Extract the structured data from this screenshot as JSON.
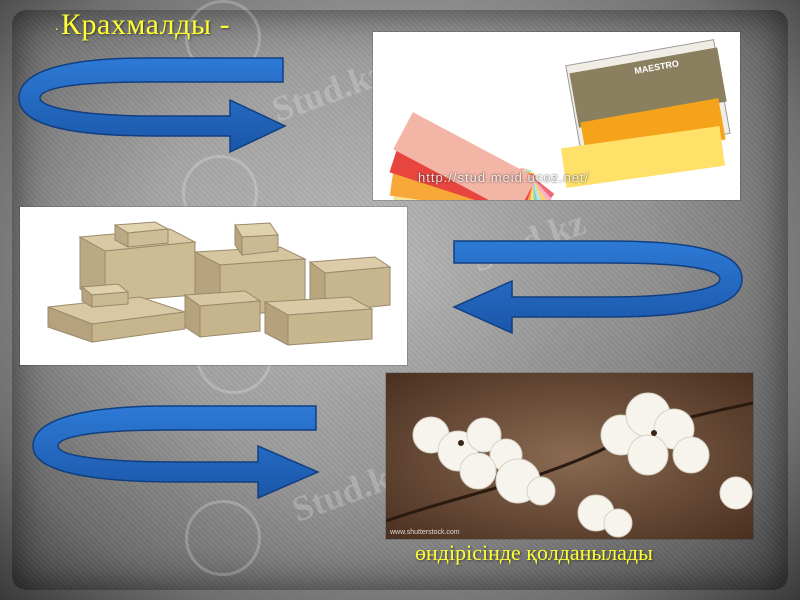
{
  "slide": {
    "title_prefix": ".",
    "title": "Крахмалды -",
    "caption": "өндірісінде қолданылады"
  },
  "images": {
    "paper": {
      "name": "colored-paper-image",
      "url_text": "http://stud.meid.ucoz.net/",
      "brand": "MAESTRO"
    },
    "boxes": {
      "name": "cardboard-boxes-image"
    },
    "cotton": {
      "name": "cotton-plant-image",
      "credit": "www.shutterstock.com"
    }
  },
  "watermark": {
    "text": "Stud.kz"
  },
  "colors": {
    "title": "#ffff33",
    "arrow_fill": "#1f66c2",
    "arrow_dark": "#123f80"
  },
  "icons": [
    "curved-arrow-right-icon",
    "curved-arrow-left-icon",
    "watermark-logo-icon"
  ]
}
